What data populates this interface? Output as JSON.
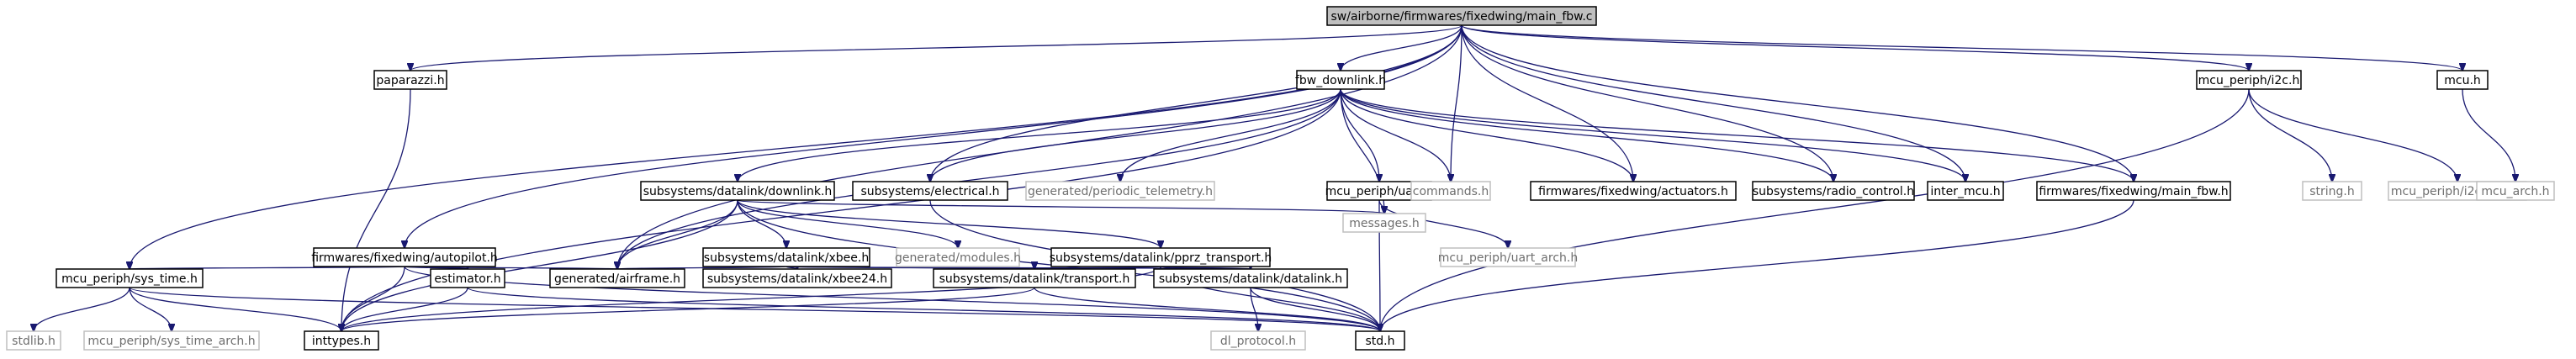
{
  "colors": {
    "edge": "#191970",
    "root_fill": "#bfbfbf",
    "ext_stroke": "#bfbfbf",
    "ext_text": "#6f6f6f"
  },
  "nodes": {
    "root": "sw/airborne/firmwares/fixedwing/main_fbw.c",
    "paparazzi": "paparazzi.h",
    "fbw_downlink": "fbw_downlink.h",
    "i2c": "mcu_periph/i2c.h",
    "mcu": "mcu.h",
    "downlink": "subsystems/datalink/downlink.h",
    "electrical": "subsystems/electrical.h",
    "periodic": "generated/periodic_telemetry.h",
    "uart": "mcu_periph/uart.h",
    "commands": "commands.h",
    "actuators": "firmwares/fixedwing/actuators.h",
    "radio": "subsystems/radio_control.h",
    "inter_mcu": "inter_mcu.h",
    "main_fbw": "firmwares/fixedwing/main_fbw.h",
    "string": "string.h",
    "i2c_arch": "mcu_periph/i2c_arch.h",
    "mcu_arch": "mcu_arch.h",
    "autopilot": "firmwares/fixedwing/autopilot.h",
    "xbee": "subsystems/datalink/xbee.h",
    "gen_modules": "generated/modules.h",
    "pprz": "subsystems/datalink/pprz_transport.h",
    "messages": "messages.h",
    "uart_arch": "mcu_periph/uart_arch.h",
    "sys_time": "mcu_periph/sys_time.h",
    "estimator": "estimator.h",
    "airframe": "generated/airframe.h",
    "xbee24": "subsystems/datalink/xbee24.h",
    "transport": "subsystems/datalink/transport.h",
    "datalink": "subsystems/datalink/datalink.h",
    "stdlib": "stdlib.h",
    "sys_time_arch": "mcu_periph/sys_time_arch.h",
    "inttypes": "inttypes.h",
    "dl_protocol": "dl_protocol.h",
    "std": "std.h"
  }
}
